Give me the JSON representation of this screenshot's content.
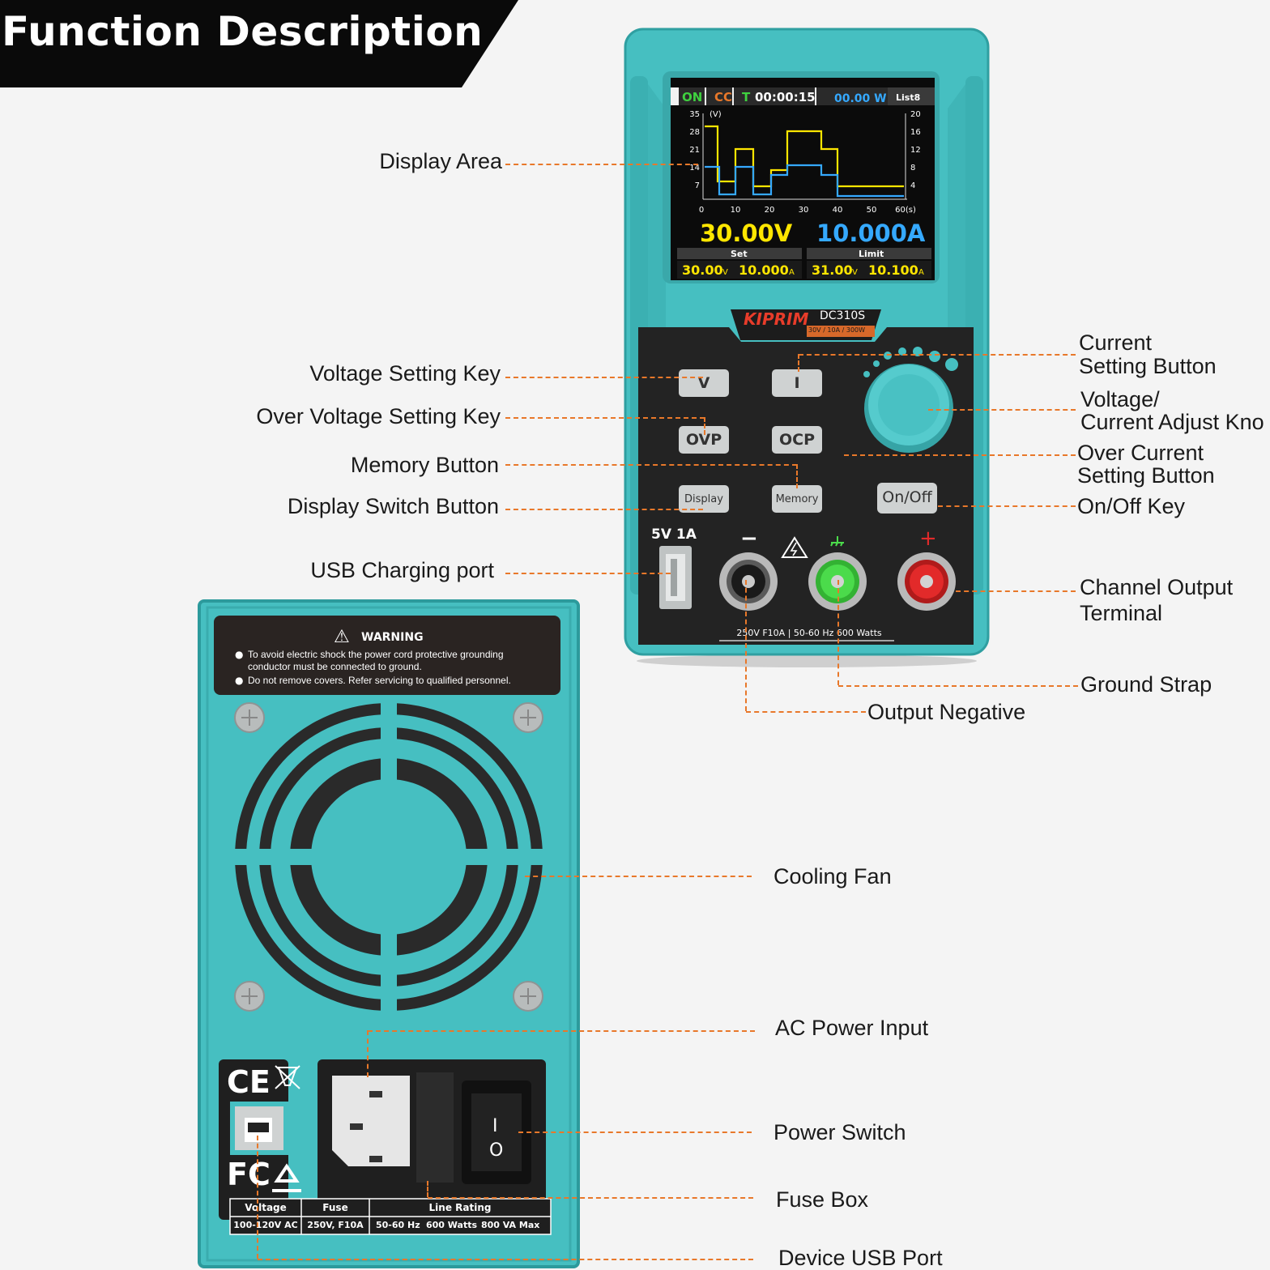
{
  "header": {
    "title": "Function Description"
  },
  "colors": {
    "teal": "#46bfc1",
    "teal_dark": "#2c9a9c",
    "accent_line": "#e8782a",
    "panel_black": "#232323",
    "lcd_yellow": "#ffe600",
    "lcd_blue": "#35a9ff"
  },
  "front_panel": {
    "brand": "KIPRIM",
    "model": "DC310S",
    "spec": "30V / 10A / 300W",
    "screen": {
      "on": "ON",
      "cc": "CC",
      "t": "T",
      "timer": "00:00:15",
      "power": "00.00 W",
      "list": "List8",
      "left_unit": "(V)",
      "left_ticks": [
        "35",
        "28",
        "21",
        "14",
        "7"
      ],
      "right_ticks": [
        "20",
        "16",
        "12",
        "8",
        "4"
      ],
      "x_ticks": [
        "0",
        "10",
        "20",
        "30",
        "40",
        "50",
        "60(s)"
      ],
      "voltage": "30.00V",
      "current": "10.000A",
      "set_label": "Set",
      "limit_label": "Limit",
      "set_v": "30.00",
      "set_a": "10.000",
      "limit_v": "31.00",
      "limit_a": "10.100",
      "unit_v": "V",
      "unit_a": "A"
    },
    "buttons": {
      "v": "V",
      "i": "I",
      "ovp": "OVP",
      "ocp": "OCP",
      "display": "Display",
      "memory": "Memory",
      "onoff": "On/Off"
    },
    "usb_label": "5V 1A",
    "minus": "−",
    "plus": "+",
    "rating_strip": "250V F10A | 50-60 Hz 600 Watts"
  },
  "back_panel": {
    "warning_title": "WARNING",
    "warning_line1": "To avoid electric shock the power cord protective grounding",
    "warning_line2": "conductor must be connected to ground.",
    "warning_line3": "Do not remove covers. Refer servicing to qualified personnel.",
    "ce": "CE",
    "fc": "FC",
    "switch_on": "I",
    "switch_off": "O",
    "table_headers": [
      "Voltage",
      "Fuse",
      "Line Rating"
    ],
    "table_values": [
      "100-120V AC",
      "250V, F10A",
      "50-60 Hz",
      "600 Watts",
      "800 VA Max"
    ]
  },
  "callouts": {
    "display_area": "Display Area",
    "voltage_key": "Voltage Setting Key",
    "ovp_key": "Over Voltage Setting Key",
    "memory_button": "Memory Button",
    "display_switch": "Display Switch Button",
    "usb_port": "USB Charging port",
    "current_button_1": "Current",
    "current_button_2": "Setting Button",
    "knob_1": "Voltage/",
    "knob_2": "Current Adjust Kno",
    "ocp_1": "Over Current",
    "ocp_2": "Setting Button",
    "onoff_key": "On/Off Key",
    "channel_1": "Channel Output",
    "channel_2": "Terminal",
    "ground_strap": "Ground Strap",
    "output_negative": "Output Negative",
    "cooling_fan": "Cooling Fan",
    "ac_input": "AC Power Input",
    "power_switch": "Power Switch",
    "fuse_box": "Fuse Box",
    "device_usb": "Device USB Port"
  }
}
